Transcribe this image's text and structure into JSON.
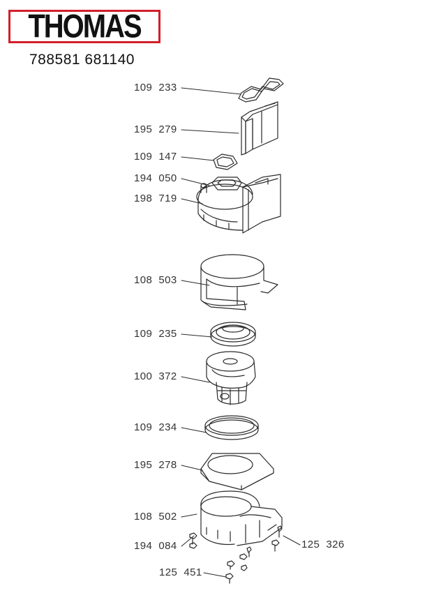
{
  "brand": {
    "logo_text": "THOMAS",
    "frame_color": "#d21f2b"
  },
  "model_numbers": "788581 681140",
  "parts": [
    {
      "id": "p1",
      "code": "109  233"
    },
    {
      "id": "p2",
      "code": "195  279"
    },
    {
      "id": "p3",
      "code": "109  147"
    },
    {
      "id": "p4",
      "code": "194  050"
    },
    {
      "id": "p5",
      "code": "198  719"
    },
    {
      "id": "p6",
      "code": "108  503"
    },
    {
      "id": "p7",
      "code": "109  235"
    },
    {
      "id": "p8",
      "code": "100  372"
    },
    {
      "id": "p9",
      "code": "109  234"
    },
    {
      "id": "p10",
      "code": "195  278"
    },
    {
      "id": "p11",
      "code": "108  502"
    },
    {
      "id": "p12",
      "code": "194  084"
    },
    {
      "id": "p13",
      "code": "125  326"
    },
    {
      "id": "p14",
      "code": "125  451"
    }
  ]
}
